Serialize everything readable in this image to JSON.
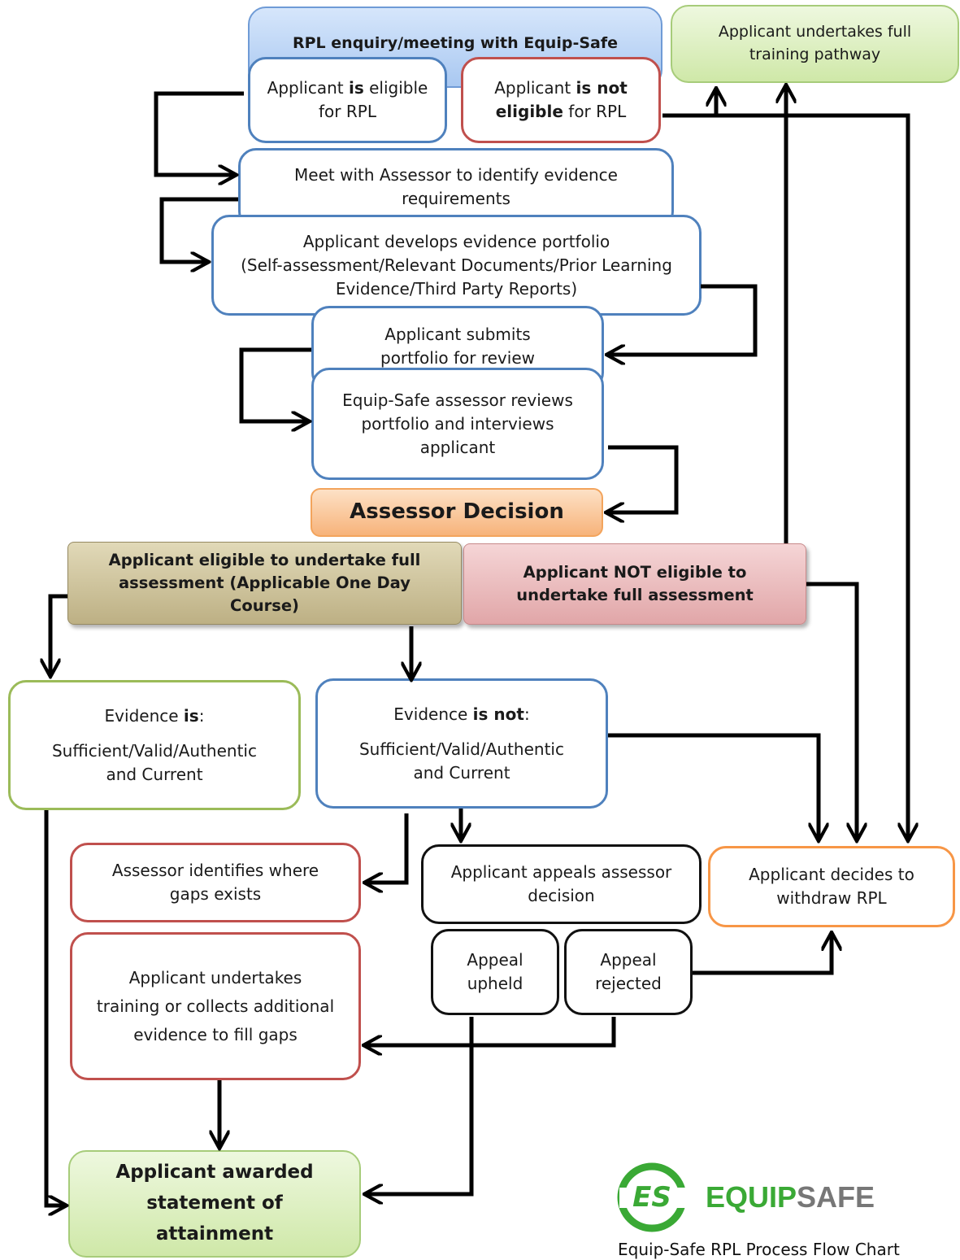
{
  "nodes": {
    "enquiry": "RPL enquiry/meeting with Equip-Safe",
    "full_training": "Applicant undertakes full training pathway",
    "eligible": {
      "pre": "Applicant ",
      "bold": "is",
      "post": " eligible for RPL"
    },
    "not_eligible": {
      "pre": "Applicant ",
      "bold1": "is not",
      "bold2": "eligible",
      "post": " for RPL"
    },
    "meet_assessor": "Meet with Assessor to identify evidence requirements",
    "portfolio": {
      "line1": "Applicant develops evidence portfolio",
      "line2": "(Self-assessment/Relevant Documents/Prior Learning Evidence/Third Party Reports)"
    },
    "submit": "Applicant submits portfolio for review",
    "review": "Equip-Safe assessor reviews portfolio and interviews applicant",
    "decision": "Assessor Decision",
    "eligible_full": "Applicant eligible to undertake full assessment (Applicable One Day Course)",
    "not_eligible_full": "Applicant NOT eligible to undertake full assessment",
    "evidence_is": {
      "pre": "Evidence ",
      "bold": "is",
      "post": ":",
      "line2": "Sufficient/Valid/Authentic and Current"
    },
    "evidence_not": {
      "pre": "Evidence ",
      "bold": "is not",
      "post": ":",
      "line2": "Sufficient/Valid/Authentic and Current"
    },
    "gaps": "Assessor identifies where gaps exists",
    "appeals": "Applicant appeals assessor decision",
    "withdraw": "Applicant decides to withdraw RPL",
    "upheld": "Appeal upheld",
    "rejected": "Appeal rejected",
    "training_gaps": "Applicant undertakes training or collects additional evidence to fill gaps",
    "awarded": "Applicant awarded statement of attainment"
  },
  "logo": {
    "mark": "ES",
    "name1": "EQUIP",
    "name2": "SAFE"
  },
  "footer": "Equip-Safe RPL Process Flow Chart",
  "colors": {
    "blue_border": "#4f81bd",
    "red_border": "#c0504d",
    "green_border": "#9bbb59",
    "orange_border": "#f79646",
    "arrow": "#000000",
    "logo_green": "#3aa935"
  }
}
